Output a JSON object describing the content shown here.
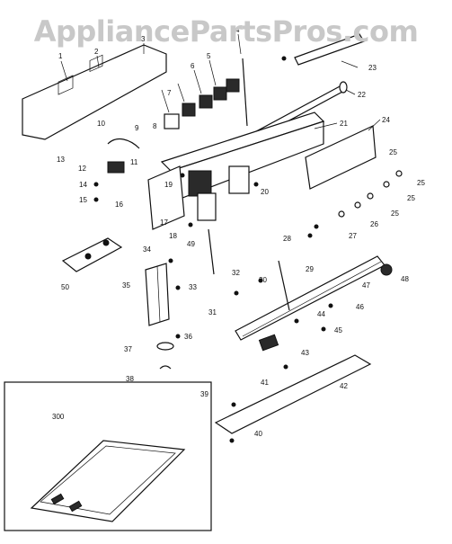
{
  "watermark": "AppliancePartsPros.com",
  "callouts": [
    "1",
    "2",
    "3",
    "4",
    "5",
    "6",
    "7",
    "8",
    "9",
    "10",
    "11",
    "12",
    "13",
    "14",
    "15",
    "16",
    "17",
    "18",
    "19",
    "20",
    "21",
    "22",
    "23",
    "24",
    "25",
    "26",
    "27",
    "28",
    "29",
    "30",
    "31",
    "32",
    "33",
    "34",
    "35",
    "36",
    "37",
    "38",
    "39",
    "40",
    "41",
    "42",
    "43",
    "44",
    "45",
    "46",
    "47",
    "48",
    "49",
    "50",
    "300"
  ]
}
